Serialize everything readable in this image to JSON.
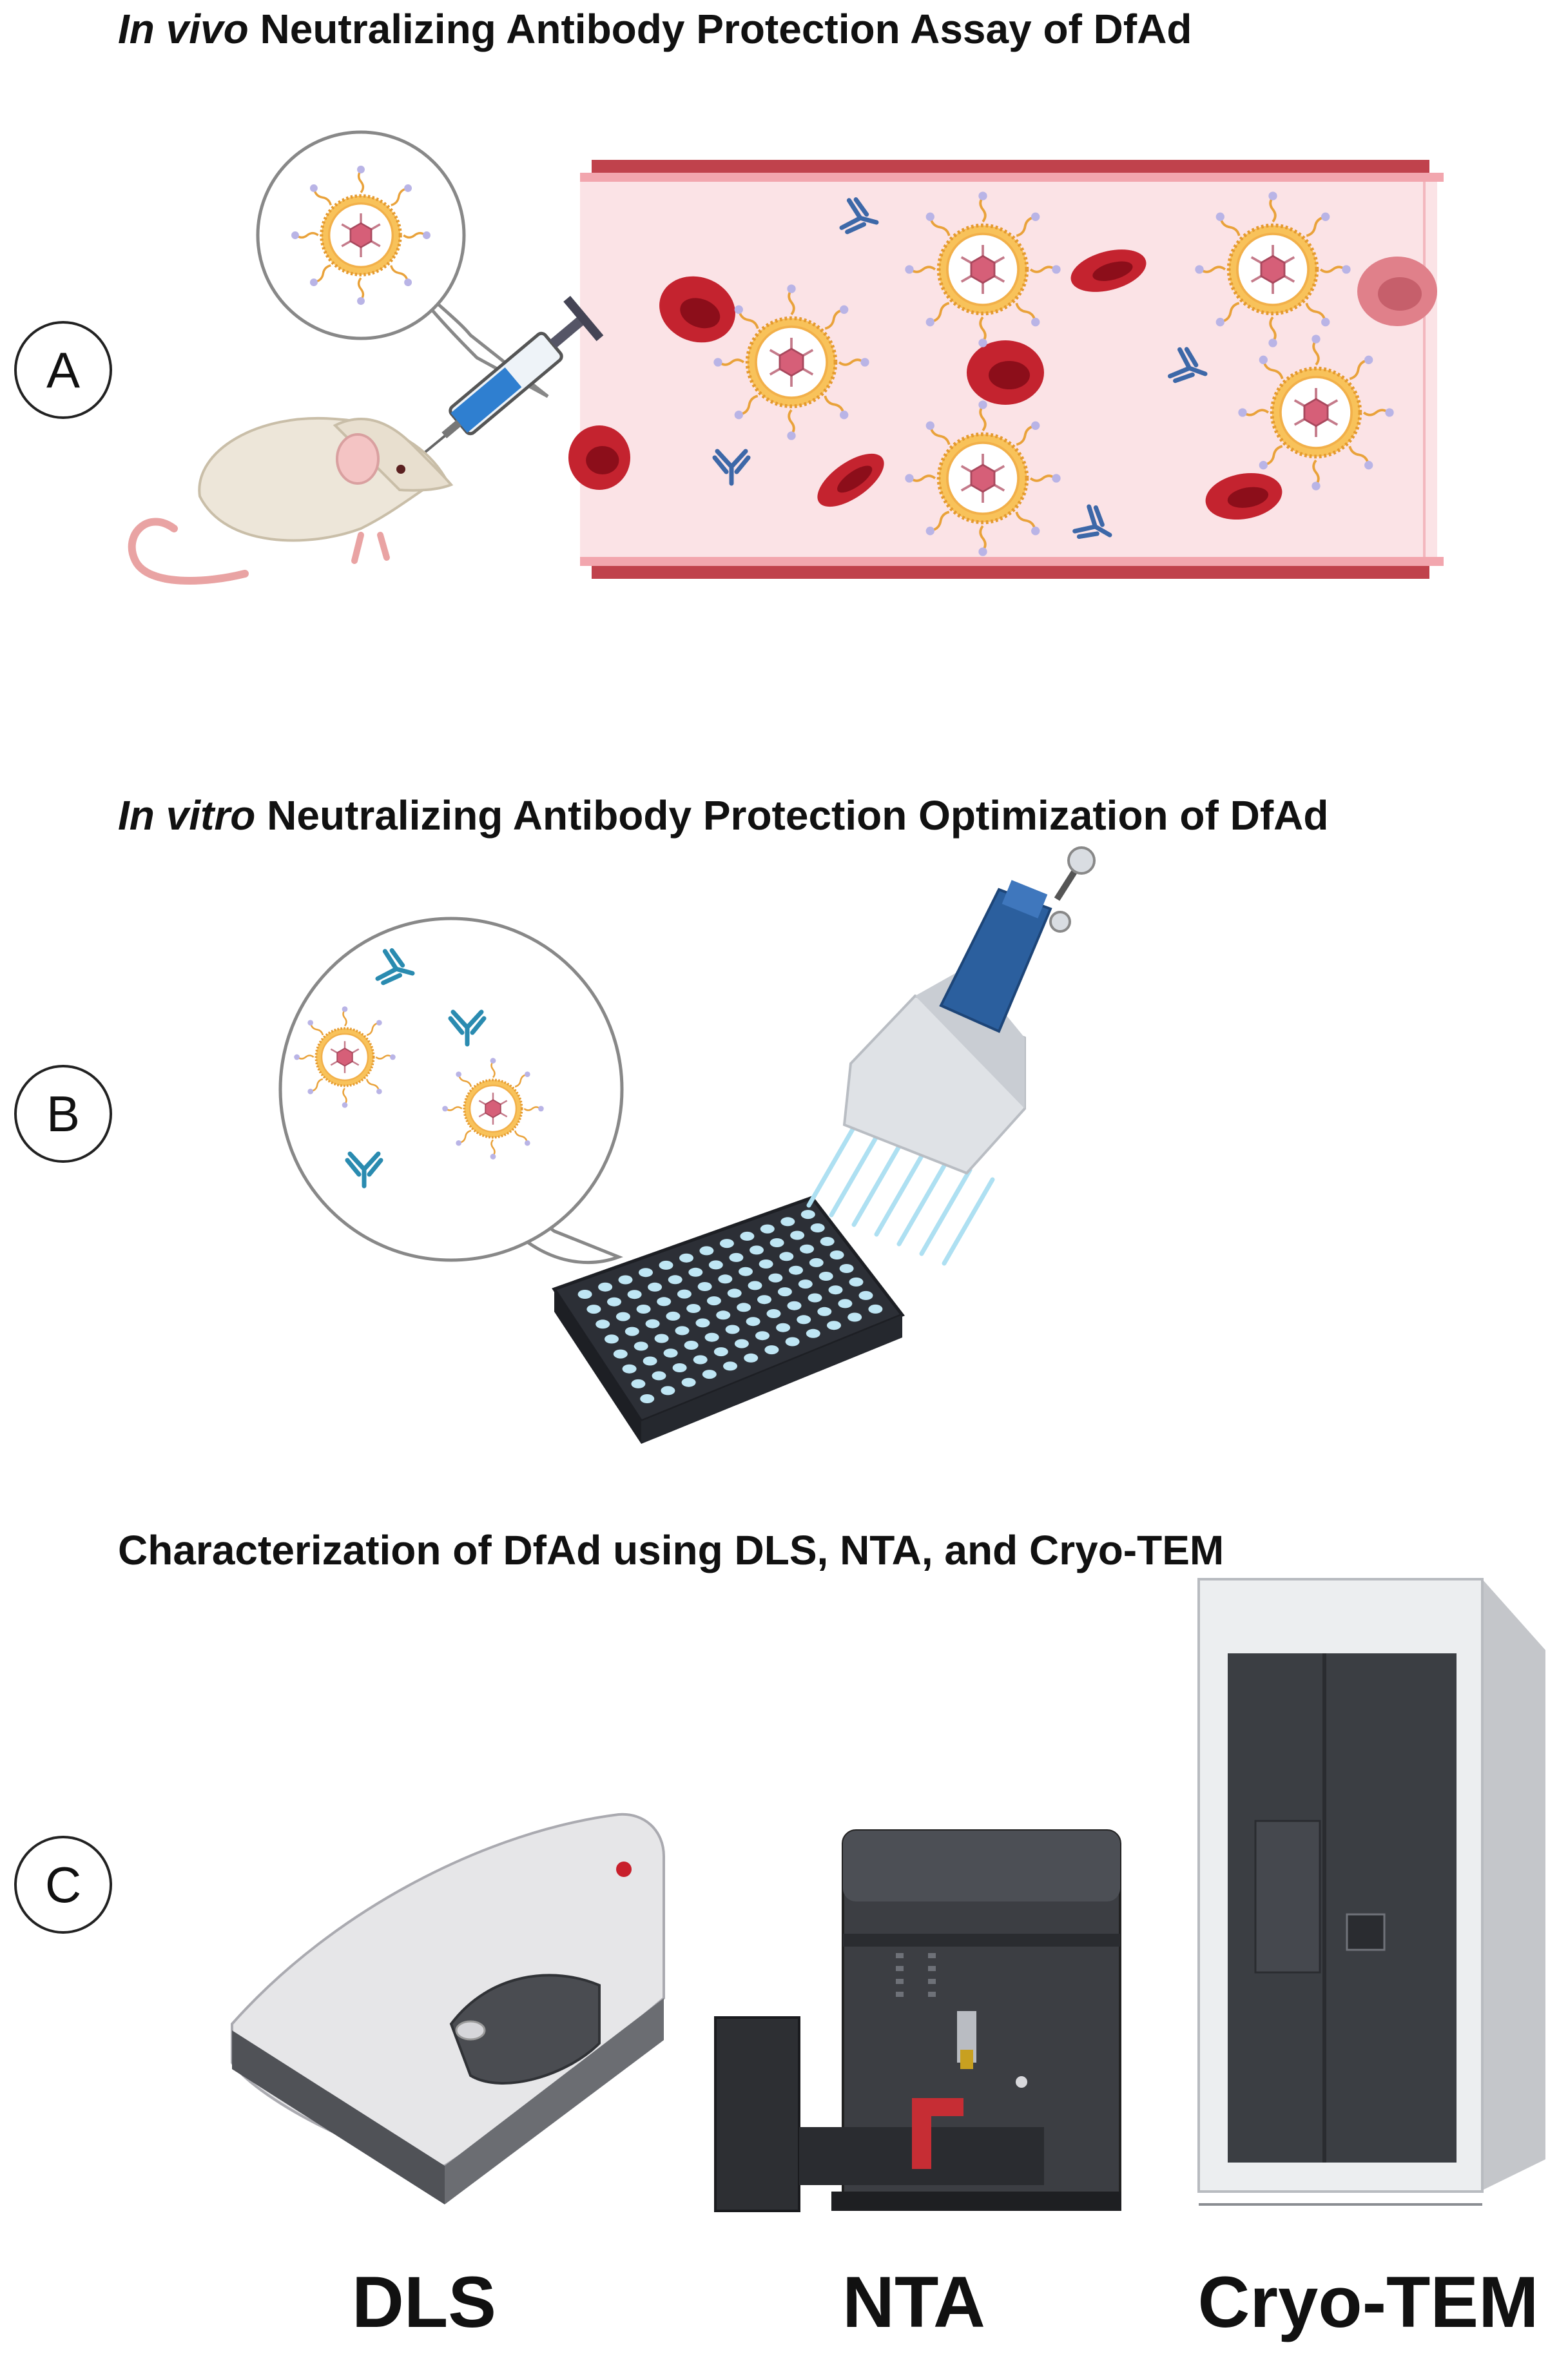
{
  "panels": [
    {
      "label": "A",
      "title_italic": "In vivo",
      "title_rest": " Neutralizing Antibody Protection Assay of DfAd"
    },
    {
      "label": "B",
      "title_italic": "In vitro",
      "title_rest": " Neutralizing Antibody Protection Optimization of DfAd"
    },
    {
      "label": "C",
      "title": "Characterization of DfAd using DLS, NTA, and Cryo-TEM"
    }
  ],
  "instruments": [
    "DLS",
    "NTA",
    "Cryo-TEM"
  ],
  "colors": {
    "vessel_wall": "#c0424c",
    "vessel_lumen": "#fbe3e6",
    "rbc": "#c4232f",
    "antibody_blue": "#3d68a8",
    "antibody_teal": "#2a8bb0",
    "particle_core": "#f6b84a",
    "particle_ring": "#e8a035",
    "syringe_blue": "#2f7fd0",
    "pipette_blue": "#2b5f9e"
  }
}
